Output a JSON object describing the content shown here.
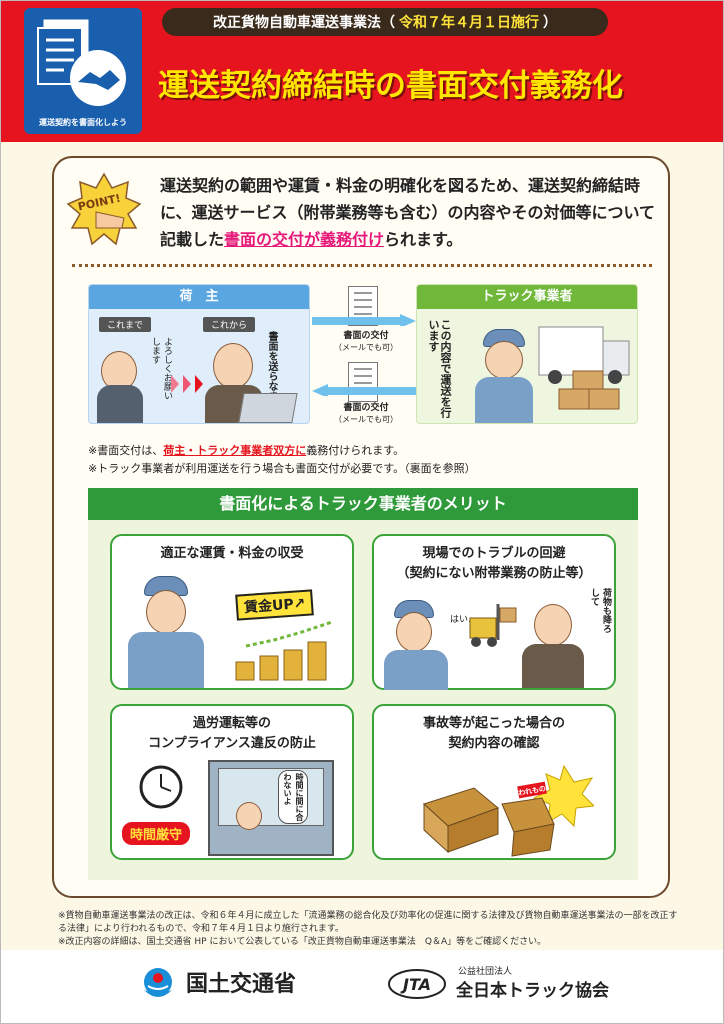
{
  "header": {
    "law_pill_prefix": "改正貨物自動車運送事業法（",
    "law_pill_date": "令和７年４月１日施行",
    "law_pill_suffix": "）",
    "title": "運送契約締結時の書面交付義務化",
    "logo_caption": "運送契約を書面化しよう",
    "brand_color": "#e5141e"
  },
  "intro": {
    "badge": "POINT!",
    "text_before": "運送契約の範囲や運賃・料金の明確化を図るため、運送契約締結時に、運送サービス（附帯業務等も含む）の内容やその対価等について記載した",
    "text_highlight": "書面の交付が義務付け",
    "text_after": "られます。"
  },
  "flow": {
    "shipper_label": "荷　主",
    "carrier_label": "トラック事業者",
    "before_tag": "これまで",
    "after_tag": "これから",
    "before_speech": "よろしくお願いします",
    "after_speech": "書面を送らなきゃ",
    "carrier_speech": "この内容で運送を行います",
    "doc_label_1": "書面の交付",
    "doc_sub_1": "（メールでも可）",
    "doc_label_2": "書面の交付",
    "doc_sub_2": "（メールでも可）"
  },
  "notes": {
    "n1_before": "※書面交付は、",
    "n1_highlight": "荷主・トラック事業者双方に",
    "n1_after": "義務付けられます。",
    "n2": "※トラック事業者が利用運送を行う場合も書面交付が必要です。（裏面を参照）"
  },
  "merits": {
    "heading": "書面化によるトラック事業者のメリット",
    "items": [
      {
        "title": "適正な運賃・料金の収受",
        "stamp": "賃金UP↗"
      },
      {
        "title": "現場でのトラブルの回避\n（契約にない附帯業務の防止等）",
        "speech_a": "はい…",
        "speech_b": "荷物も降ろして"
      },
      {
        "title": "過労運転等の\nコンプライアンス違反の防止",
        "stamp": "時間厳守",
        "speech": "時間に間に合わないよ"
      },
      {
        "title": "事故等が起こった場合の\n契約内容の確認",
        "box_tag": "われもの"
      }
    ]
  },
  "footnotes": {
    "f1": "※貨物自動車運送事業法の改正は、令和６年４月に成立した「流通業務の総合化及び効率化の促進に関する法律及び貨物自動車運送事業法の一部を改正する法律」により行われるもので、令和７年４月１日より施行されます。",
    "f2": "※改正内容の詳細は、国土交通省 HP において公表している「改正貨物自動車運送事業法　Q＆A」等をご確認ください。"
  },
  "footer": {
    "mlit": "国土交通省",
    "jta_small": "公益社団法人",
    "jta": "全日本トラック協会",
    "jta_logo": "JTA"
  }
}
